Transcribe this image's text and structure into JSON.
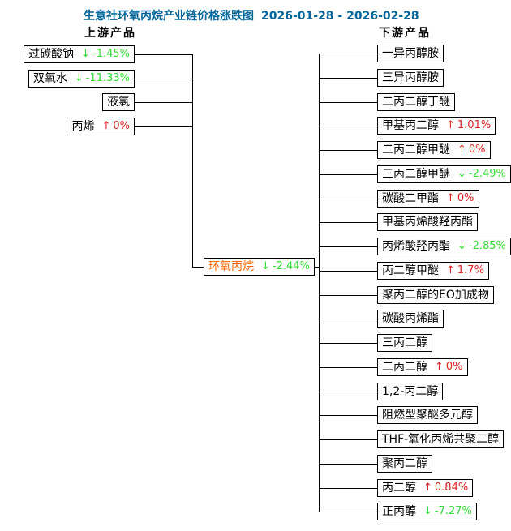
{
  "title": {
    "text": "生意社环氧丙烷产业链价格涨跌图",
    "date_range": "2026-01-28 - 2026-02-28"
  },
  "headers": {
    "upstream": "上游产品",
    "downstream": "下游产品"
  },
  "center": {
    "name": "环氧丙烷",
    "direction": "down",
    "change": "-2.44%"
  },
  "upstream_items": [
    {
      "name": "过碳酸钠",
      "direction": "down",
      "change": "-1.45%"
    },
    {
      "name": "双氧水",
      "direction": "down",
      "change": "-11.33%"
    },
    {
      "name": "液氯"
    },
    {
      "name": "丙烯",
      "direction": "up",
      "change": "0%"
    }
  ],
  "downstream_items": [
    {
      "name": "一异丙醇胺"
    },
    {
      "name": "三异丙醇胺"
    },
    {
      "name": "二丙二醇丁醚"
    },
    {
      "name": "甲基丙二醇",
      "direction": "up",
      "change": "1.01%"
    },
    {
      "name": "二丙二醇甲醚",
      "direction": "up",
      "change": "0%"
    },
    {
      "name": "三丙二醇甲醚",
      "direction": "down",
      "change": "-2.49%"
    },
    {
      "name": "碳酸二甲酯",
      "direction": "up",
      "change": "0%"
    },
    {
      "name": "甲基丙烯酸羟丙酯"
    },
    {
      "name": "丙烯酸羟丙酯",
      "direction": "down",
      "change": "-2.85%"
    },
    {
      "name": "丙二醇甲醚",
      "direction": "up",
      "change": "1.7%"
    },
    {
      "name": "聚丙二醇的EO加成物"
    },
    {
      "name": "碳酸丙烯酯"
    },
    {
      "name": "三丙二醇"
    },
    {
      "name": "二丙二醇",
      "direction": "up",
      "change": "0%"
    },
    {
      "name": "1,2-丙二醇"
    },
    {
      "name": "阻燃型聚醚多元醇"
    },
    {
      "name": "THF-氧化丙烯共聚二醇"
    },
    {
      "name": "聚丙二醇"
    },
    {
      "name": "丙二醇",
      "direction": "up",
      "change": "0.84%"
    },
    {
      "name": "正丙醇",
      "direction": "down",
      "change": "-7.27%"
    }
  ],
  "icons": {
    "up_arrow": "↑",
    "down_arrow": "↓"
  },
  "colors": {
    "title": "#006699",
    "up": "#dd2222",
    "down": "#33dd33",
    "center_name": "#ff6600",
    "line": "#000000",
    "background": "#ffffff"
  }
}
